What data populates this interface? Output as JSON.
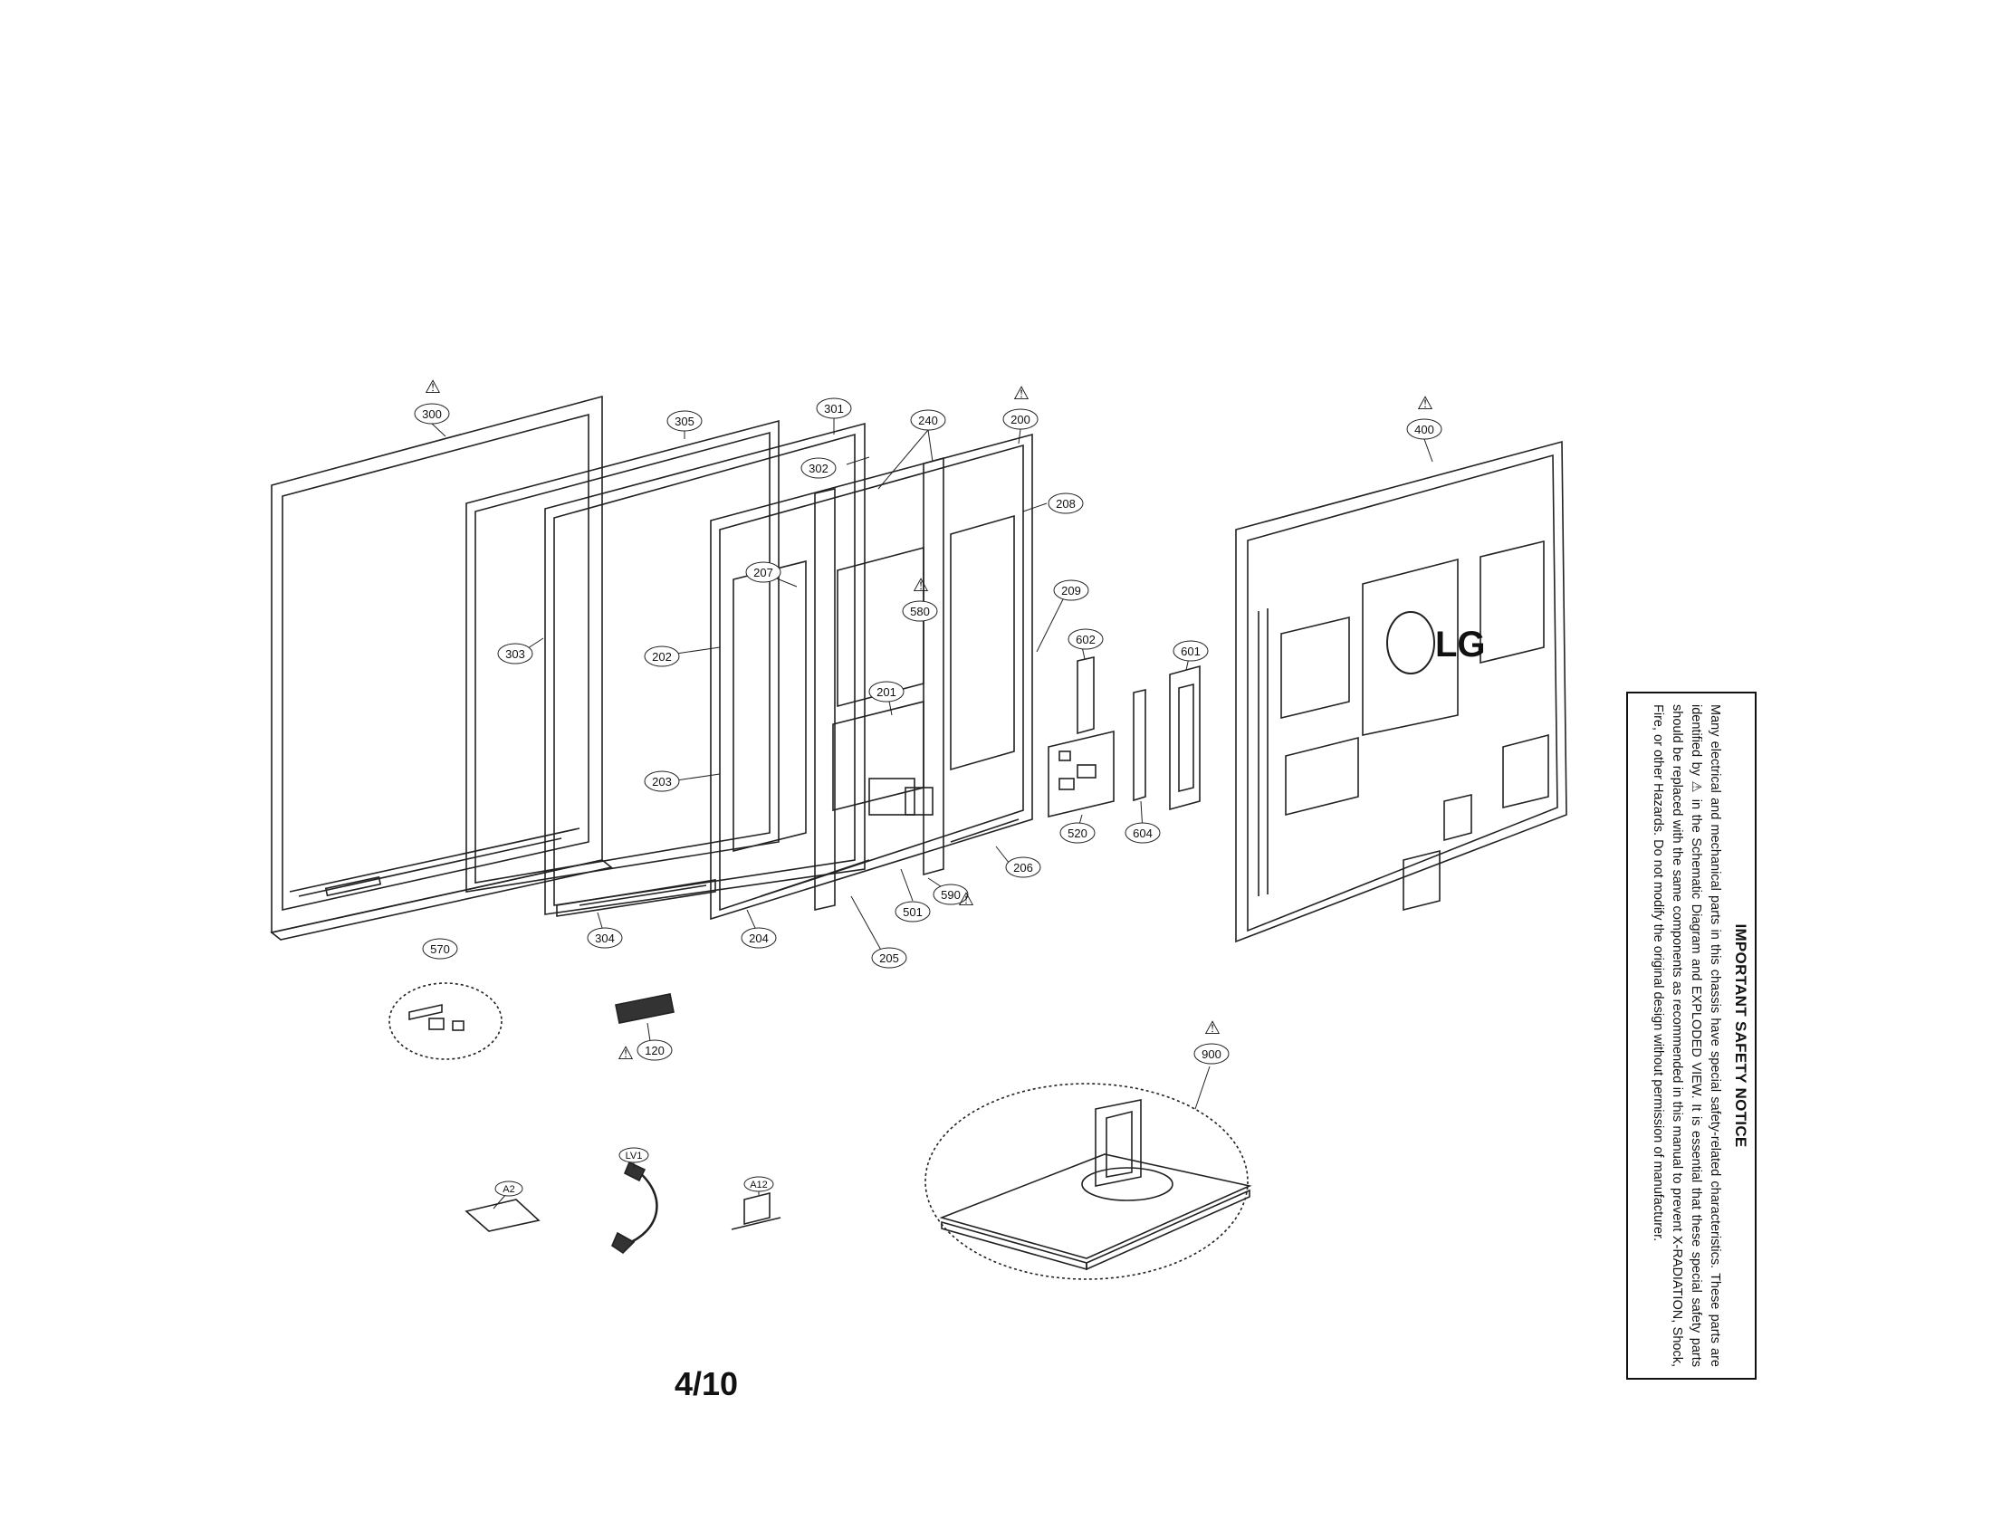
{
  "labels": {
    "p300": "300",
    "p305": "305",
    "p301": "301",
    "p240": "240",
    "p200": "200",
    "p400": "400",
    "p302": "302",
    "p208": "208",
    "p207": "207",
    "p580": "580",
    "p209": "209",
    "p602": "602",
    "p601": "601",
    "p303": "303",
    "p202": "202",
    "p201": "201",
    "p203": "203",
    "p520": "520",
    "p604": "604",
    "p206": "206",
    "p590": "590",
    "p501": "501",
    "p304": "304",
    "p204": "204",
    "p205": "205",
    "p570": "570",
    "p120": "120",
    "p900": "900",
    "pA2": "A2",
    "pLV1": "LV1",
    "pA12": "A12"
  },
  "brand_logo": "LG",
  "page_number": "4/10",
  "warning_symbol": "⚠",
  "safety_notice": {
    "title": "IMPORTANT SAFETY NOTICE",
    "body": "Many electrical and mechanical parts in this chassis have special safety-related characteristics. These parts are identified by ⚠ in the Schematic Diagram and EXPLODED VIEW. It is essential that these special safety parts should be replaced with the same components as recommended in this manual to prevent X-RADIATION, Shock, Fire, or other Hazards. Do not modify the original design without permission of manufacturer."
  }
}
